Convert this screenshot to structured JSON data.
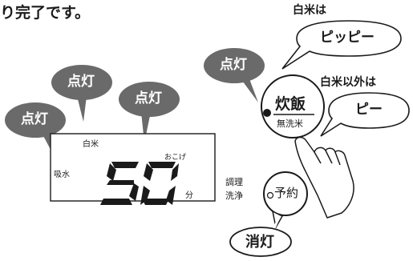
{
  "heading": "り完了です。",
  "bubbles": {
    "white_rice_label": "白米は",
    "white_rice_sound": "ピッピー",
    "other_label": "白米以外は",
    "other_sound": "ピー"
  },
  "lamp_labels": {
    "on": "点灯",
    "off": "消灯"
  },
  "display": {
    "top_label": "白米",
    "left_label": "吸水",
    "crust_label": "おこげ",
    "digits": "50",
    "unit": "分"
  },
  "side_labels": [
    "調理",
    "洗浄"
  ],
  "buttons": {
    "cook_main": "炊飯",
    "cook_sub": "無洗米",
    "timer": "予約"
  },
  "colors": {
    "badge": "#6a6a6a",
    "ink": "#1a1a1a",
    "bubble_fill": "#ffffff"
  }
}
